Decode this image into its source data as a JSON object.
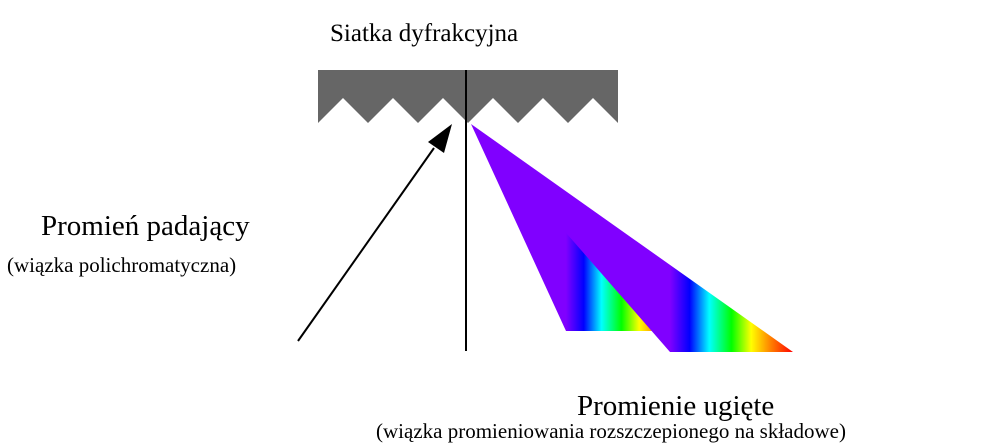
{
  "labels": {
    "grating": "Siatka dyfrakcyjna",
    "incident_title": "Promień padający",
    "incident_subtitle": "(wiązka polichromatyczna)",
    "diffracted_title": "Promienie ugięte",
    "diffracted_subtitle": "(wiązka promieniowania rozszczepionego na składowe)"
  },
  "colors": {
    "grating_fill": "#666666",
    "normal_line": "#000000",
    "arrow": "#000000",
    "spectrum": [
      "#ff0000",
      "#ff8000",
      "#ffff00",
      "#00ff00",
      "#00ffff",
      "#0000ff",
      "#8000ff"
    ]
  },
  "icons": {
    "grating": "sawtooth-grating-shape",
    "arrow": "arrow-icon"
  }
}
